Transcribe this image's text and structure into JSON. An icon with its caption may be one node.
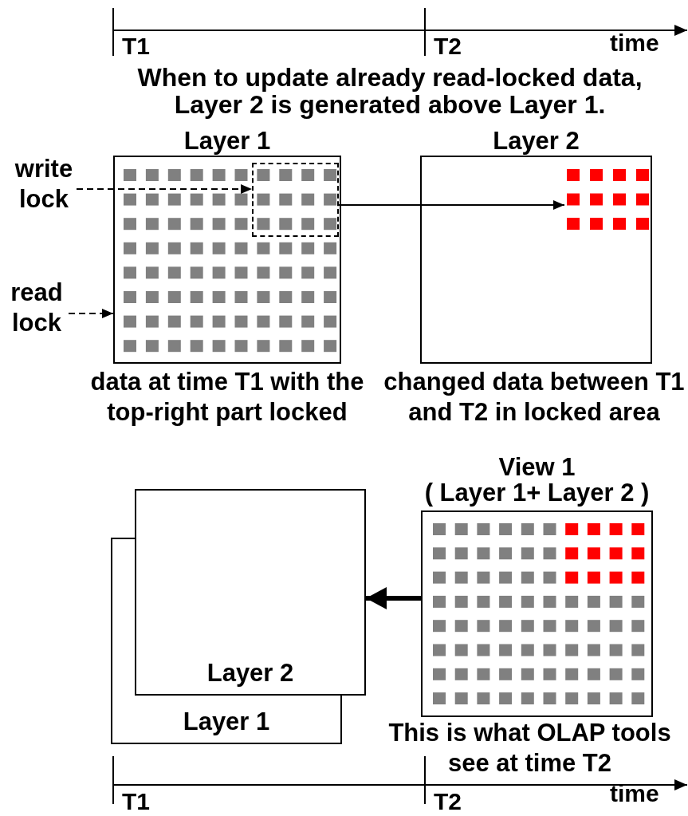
{
  "diagram": {
    "nodes": [
      {
        "text": [
          "write lock"
        ]
      },
      {
        "text": [
          "read lock"
        ]
      },
      {
        "text": [
          "Layer 1"
        ],
        "beside": [
          "data at time T1 with the top-right part locked"
        ]
      },
      {
        "text": [],
        "shape": "box",
        "in": 2
      },
      {
        "text": [
          "Layer 2"
        ],
        "beside": [
          "changed data between T1 and T2 in locked area"
        ]
      },
      {
        "text": [],
        "shape": "grid",
        "in": 4
      },
      {
        "text": [
          "View 1",
          "( Layer 1+ Layer 2 )"
        ],
        "beside": [
          "This is what OLAP tools see at time T2"
        ]
      },
      {
        "text": [
          "Layer 2"
        ]
      },
      {
        "text": [
          "Layer 1"
        ]
      }
    ],
    "edges": [
      {
        "from": 0,
        "to": 3,
        "arrow": "to",
        "style": "dashed"
      },
      {
        "from": 1,
        "to": 2,
        "arrow": "to",
        "style": "dashed"
      },
      {
        "from": 3,
        "to": 5,
        "arrow": "to"
      },
      {
        "from": 6,
        "to": 7,
        "arrow": "to",
        "style": "thick"
      }
    ],
    "labels": [
      "T1",
      "T2",
      "time",
      "When to update already read-locked data, Layer 2 is generated above Layer 1.",
      "T1",
      "T2",
      "time"
    ]
  }
}
